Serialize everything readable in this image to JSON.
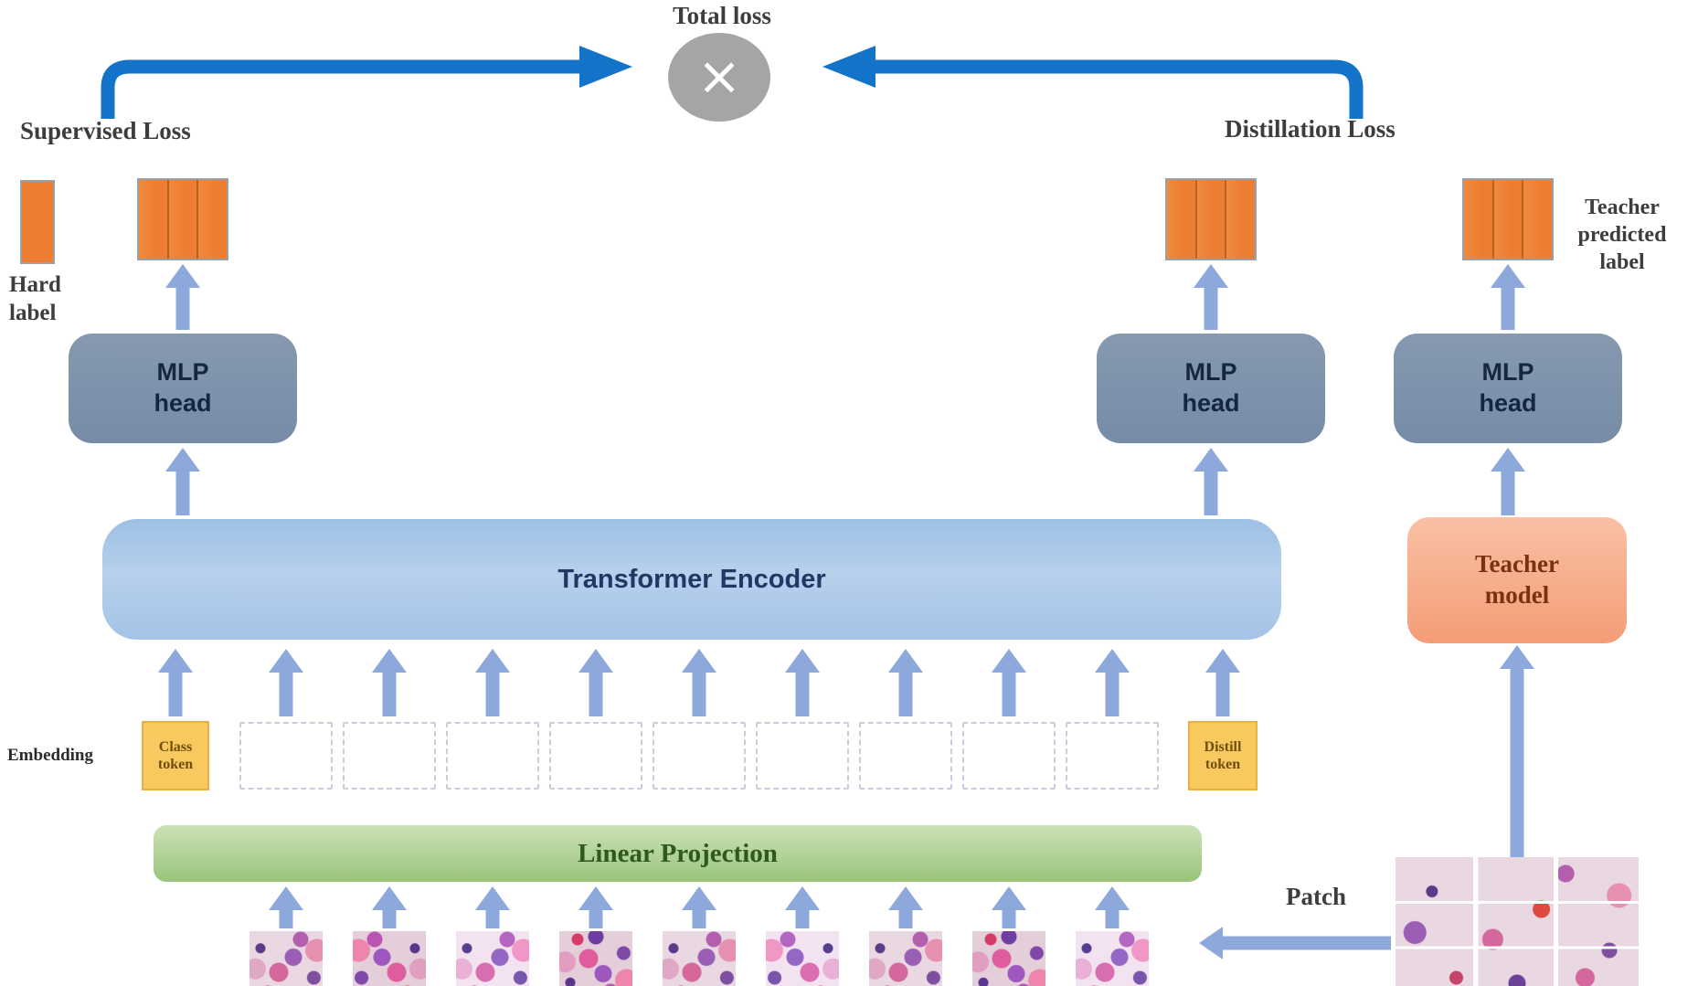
{
  "labels": {
    "total_loss": "Total loss",
    "multiply": "×",
    "supervised_loss": "Supervised Loss",
    "distillation_loss": "Distillation Loss",
    "hard_label": "Hard label",
    "teacher_predicted_label": "Teacher predicted label",
    "mlp_head": "MLP head",
    "transformer_encoder": "Transformer Encoder",
    "teacher_model": "Teacher model",
    "embedding": "Embedding",
    "class_token": "Class token",
    "distill_token": "Distill token",
    "linear_projection": "Linear Projection",
    "patch": "Patch"
  },
  "colors": {
    "thick_loss_arrow": "#1273c8",
    "small_arrow": "#8da9dc",
    "label_bars": "#ed7d31",
    "mlp_head_box": "#7e93ab",
    "transformer_encoder_box": "#a9c6e8",
    "teacher_model_box": "#f6a988",
    "token_box": "#f7c95f",
    "linear_projection_box": "#a4ca86",
    "total_loss_node": "#a5a5a5"
  },
  "structure": {
    "num_patch_slots": 9,
    "num_image_patches": 9,
    "num_encoder_input_arrows": 11,
    "teacher_image_grid": "3x3"
  }
}
